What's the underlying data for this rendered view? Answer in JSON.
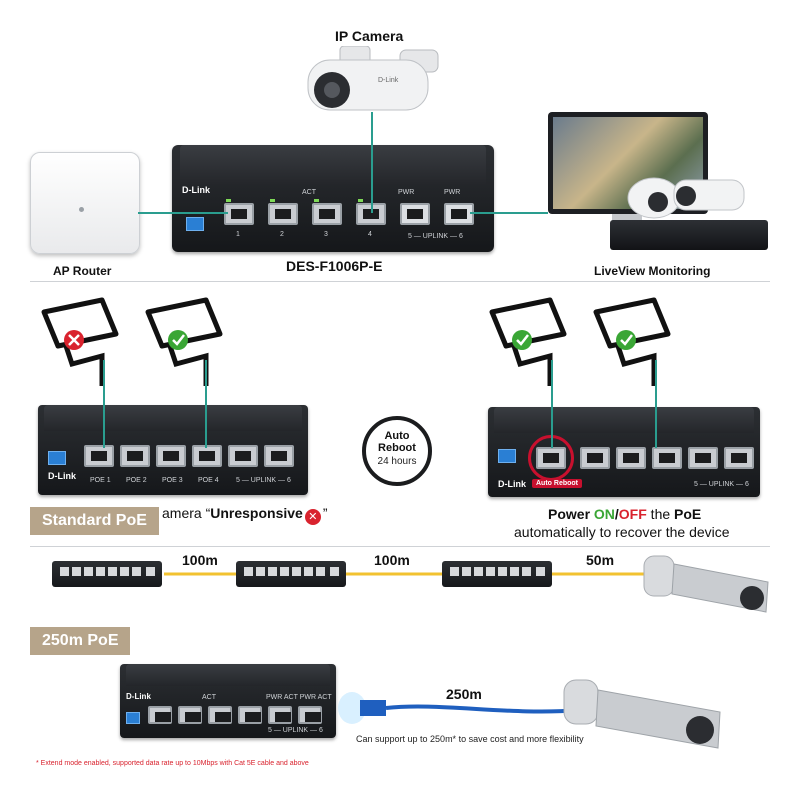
{
  "top": {
    "ip_camera_label": "IP Camera",
    "ap_router_label": "AP Router",
    "switch_model_label": "DES-F1006P-E",
    "liveview_label": "LiveView Monitoring",
    "switch_brand": "D-Link",
    "port_group_label_act": "ACT",
    "port_group_label_pwr": "PWR",
    "uplink_label": "5 — UPLINK — 6",
    "port_numbers": [
      "1",
      "2",
      "3",
      "4"
    ]
  },
  "reboot": {
    "badge_title": "Auto Reboot",
    "badge_sub": "24 hours",
    "left_caption_prefix": "amera “",
    "left_caption_bold": "Unresponsive",
    "left_caption_suffix": "”",
    "right_caption_line1_a": "Power ",
    "right_caption_on": "ON",
    "right_caption_slash": "/",
    "right_caption_off": "OFF",
    "right_caption_line1_b": " the ",
    "right_caption_poe": "PoE",
    "right_caption_line2": "automatically to recover the device",
    "auto_reboot_tag": "Auto Reboot",
    "switch_brand": "D-Link",
    "poe_labels": [
      "POE 1",
      "POE 2",
      "POE 3",
      "POE 4"
    ],
    "uplink_label": "5 — UPLINK — 6"
  },
  "standard": {
    "section_label": "Standard PoE",
    "distances": [
      "100m",
      "100m",
      "50m"
    ]
  },
  "extended": {
    "section_label": "250m PoE",
    "distance": "250m",
    "support_note": "Can support up to 250m* to save cost and more flexibility",
    "footnote": "* Extend mode enabled, supported data rate up to 10Mbps with Cat 5E cable and above",
    "switch_brand": "D-Link",
    "port_group_label_act": "ACT",
    "port_group_label_pwr": "PWR ACT PWR ACT",
    "uplink_label": "5 — UPLINK — 6"
  },
  "colors": {
    "teal_line": "#2a9d8f",
    "yellow_cable": "#f2c230",
    "blue_cable": "#1f5fbf",
    "tan_label": "#b6a48a",
    "on_green": "#3aa635",
    "off_red": "#d9232e"
  }
}
